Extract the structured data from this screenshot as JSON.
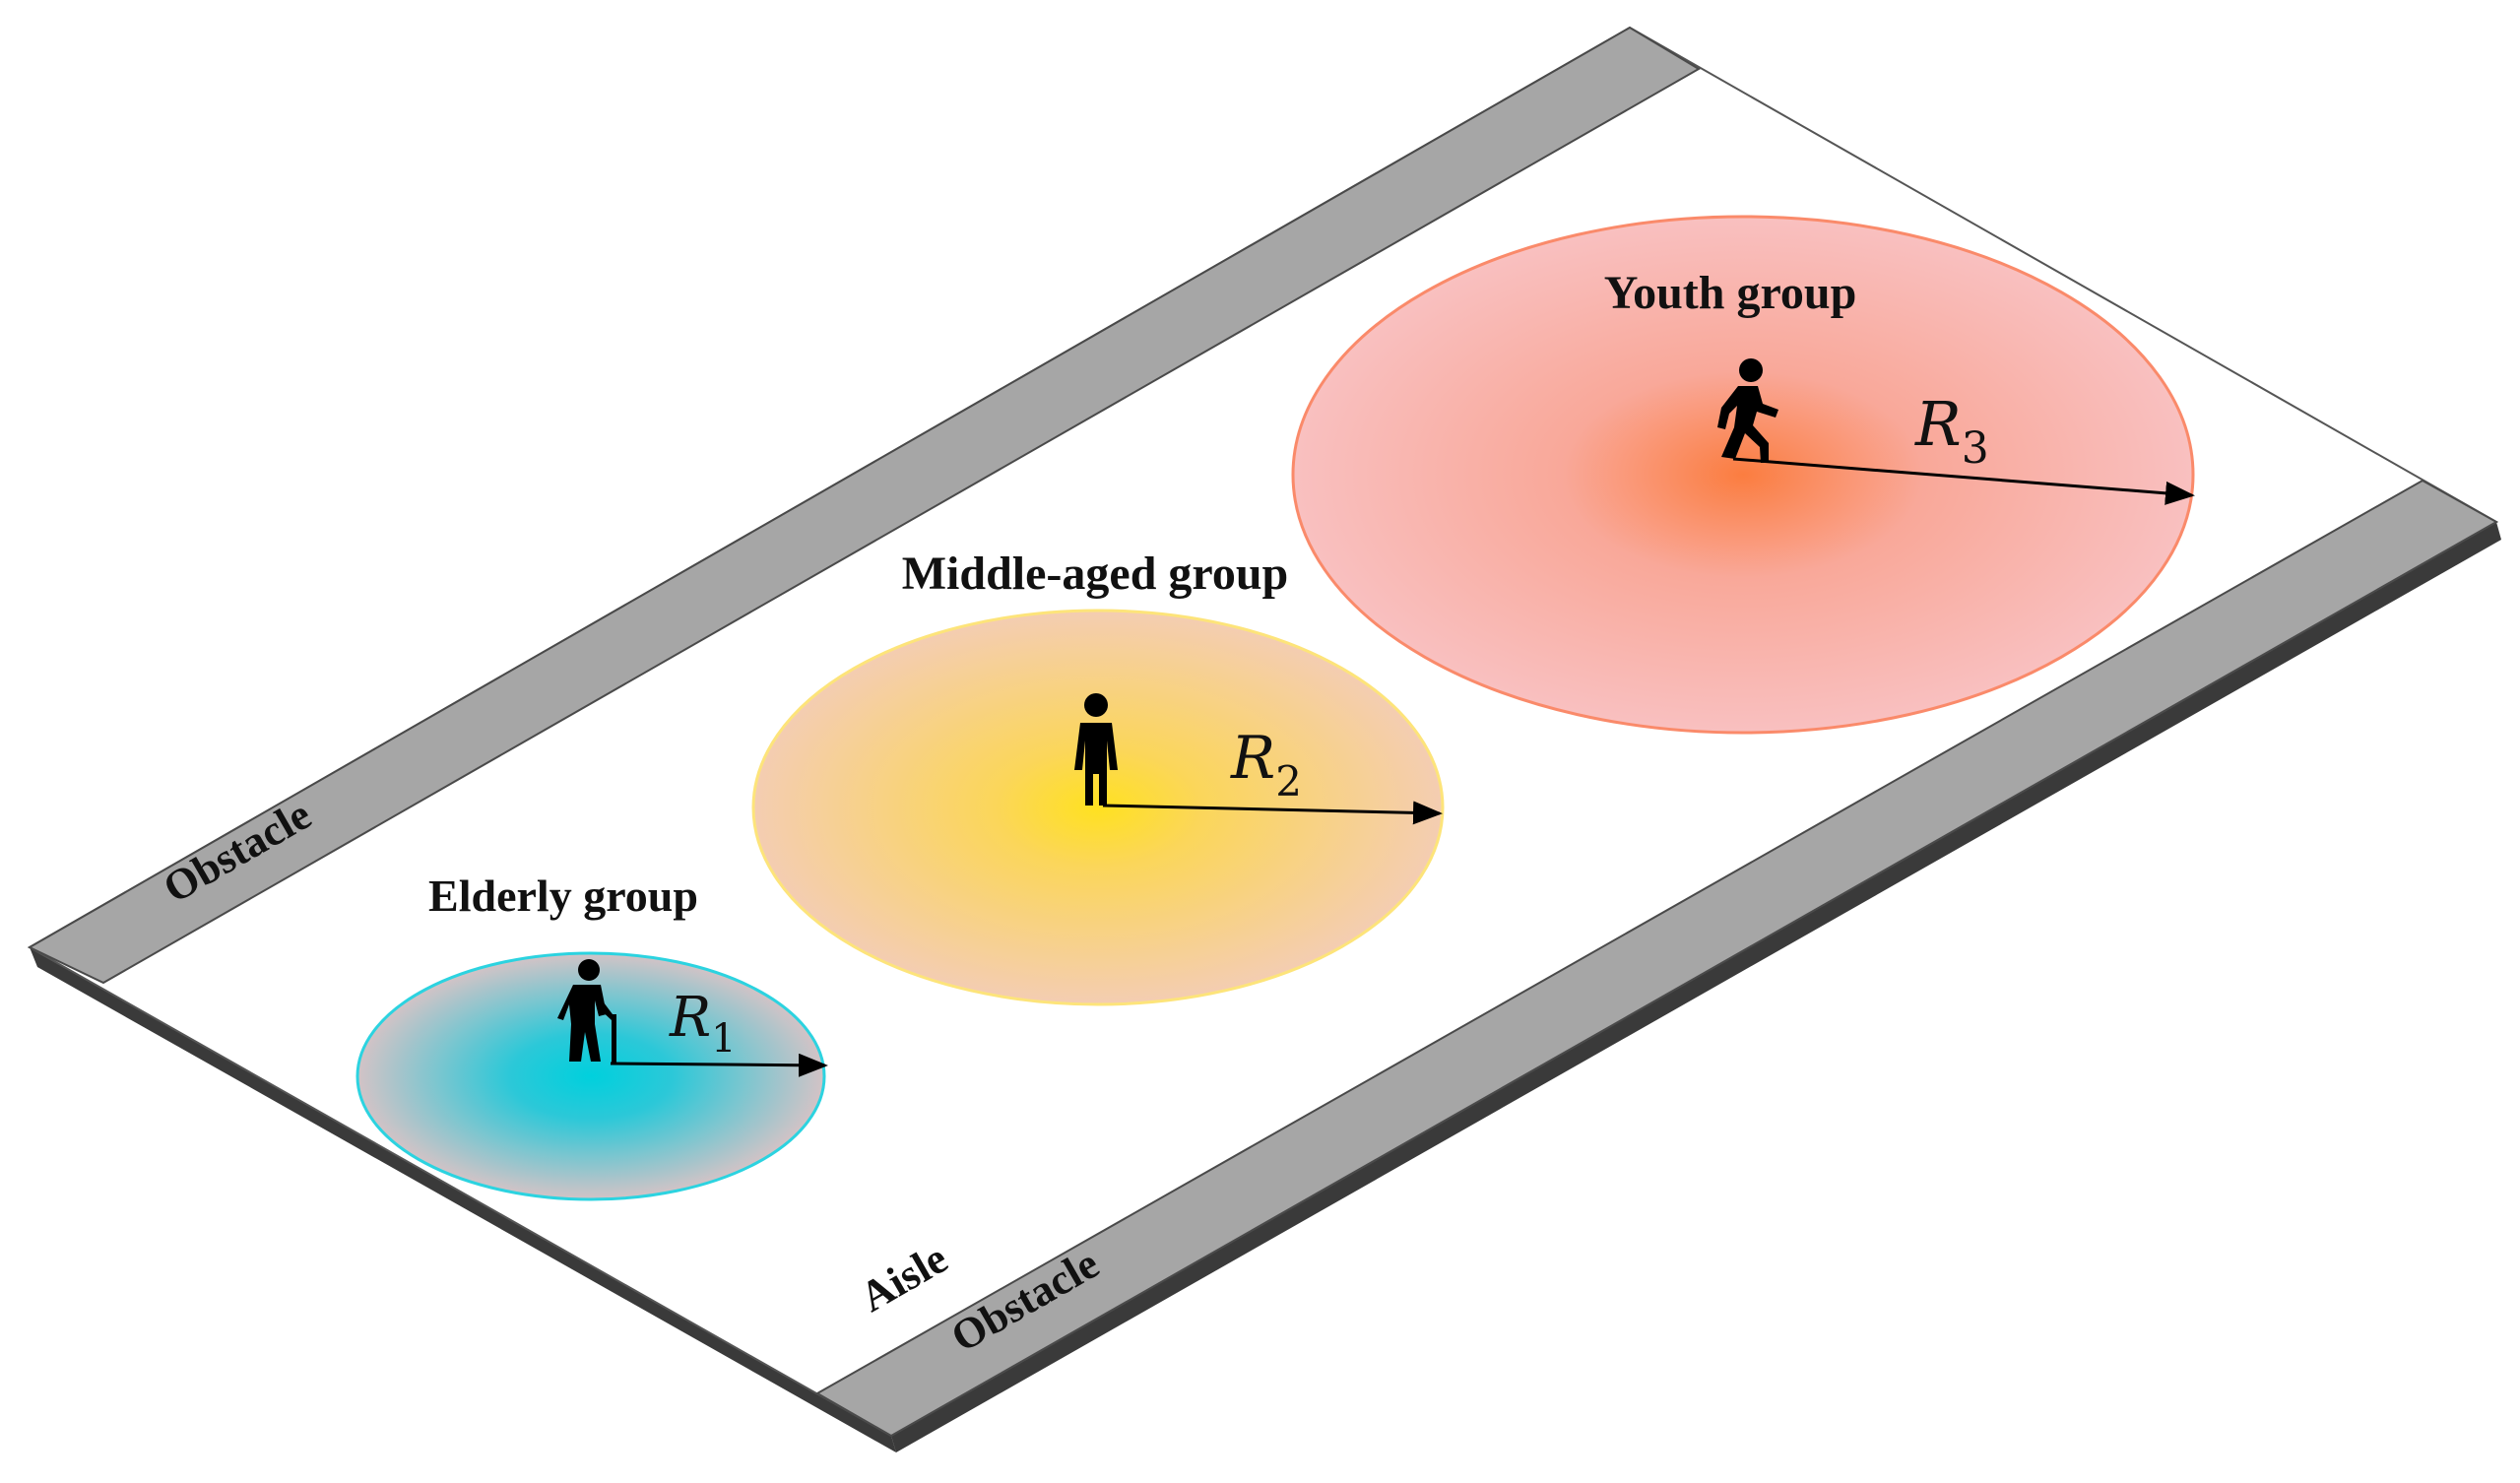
{
  "labels": {
    "obstacle_top": "Obstacle",
    "obstacle_bottom": "Obstacle",
    "aisle": "Aisle"
  },
  "groups": [
    {
      "name": "Elderly group",
      "radius_symbol": "R",
      "radius_index": "1",
      "color": "#2cd3e0",
      "icon": "elderly-person-with-cane-icon"
    },
    {
      "name": "Middle-aged group",
      "radius_symbol": "R",
      "radius_index": "2",
      "color": "#fde47a",
      "icon": "standing-person-icon"
    },
    {
      "name": "Youth group",
      "radius_symbol": "R",
      "radius_index": "3",
      "color": "#fa8a6a",
      "icon": "walking-person-icon"
    }
  ],
  "colors": {
    "obstacle_fill": "#a6a6a6",
    "board_edge": "#3a3a3a",
    "floor": "#ffffff"
  }
}
